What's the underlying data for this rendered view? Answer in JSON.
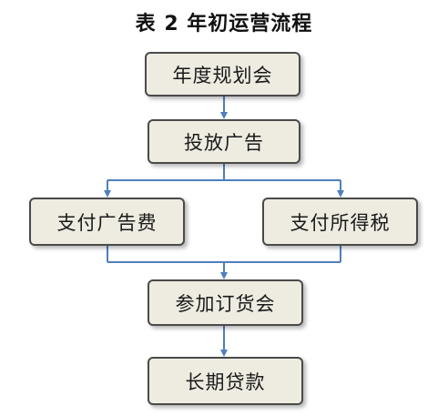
{
  "title": "表 2  年初运营流程",
  "nodes": {
    "annual_planning": "年度规划会",
    "advertising": "投放广告",
    "pay_ad_fee": "支付广告费",
    "pay_income_tax": "支付所得税",
    "order_meeting": "参加订货会",
    "long_term_loan": "长期贷款"
  },
  "colors": {
    "connector": "#4f7fbd",
    "node_fill": "#eeebe0",
    "node_border": "#4a4a4a"
  }
}
